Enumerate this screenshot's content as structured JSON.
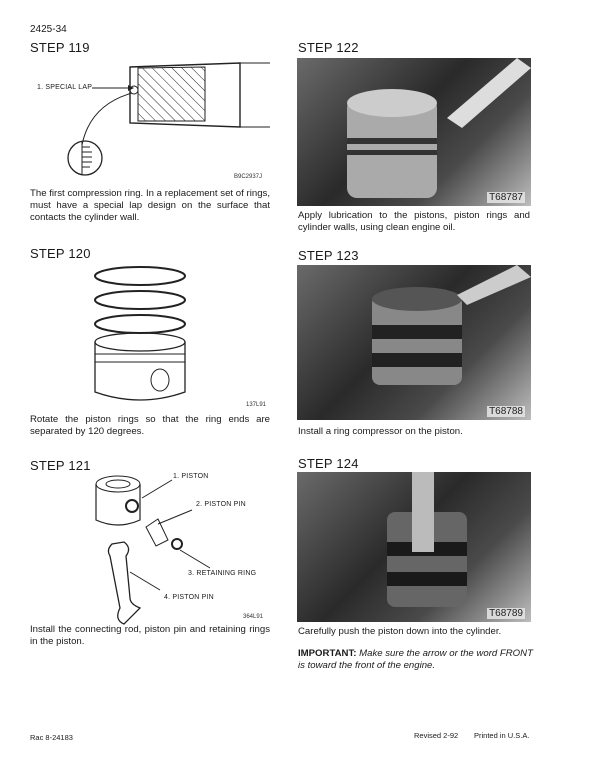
{
  "header": {
    "page_number": "2425-34"
  },
  "left": {
    "step119": {
      "title": "STEP 119",
      "label": "1. SPECIAL LAP",
      "code": "B9C2937J",
      "text": "The first compression ring. In a replacement set of rings, must have a special lap design on the surface that contacts the cylinder wall."
    },
    "step120": {
      "title": "STEP 120",
      "code": "137L91",
      "text": "Rotate the piston rings so that the ring ends are separated by 120 degrees."
    },
    "step121": {
      "title": "STEP 121",
      "labels": [
        "1. PISTON",
        "2. PISTON PIN",
        "3. RETAINING RING",
        "4. PISTON PIN"
      ],
      "code": "364L91",
      "text": "Install the connecting rod, piston pin and retaining rings in the piston."
    }
  },
  "right": {
    "step122": {
      "title": "STEP 122",
      "code": "T68787",
      "text": "Apply lubrication to the pistons, piston rings and cylinder walls, using clean engine oil."
    },
    "step123": {
      "title": "STEP 123",
      "code": "T68788",
      "text": "Install a ring compressor on the piston."
    },
    "step124": {
      "title": "STEP 124",
      "code": "T68789",
      "text": "Carefully push the piston down into the cylinder.",
      "important_label": "IMPORTANT:",
      "important_text": "Make sure the arrow or the word FRONT is toward the front of the engine."
    }
  },
  "footer": {
    "left": "Rac 8-24183",
    "revised": "Revised 2-92",
    "printed": "Printed in U.S.A."
  }
}
